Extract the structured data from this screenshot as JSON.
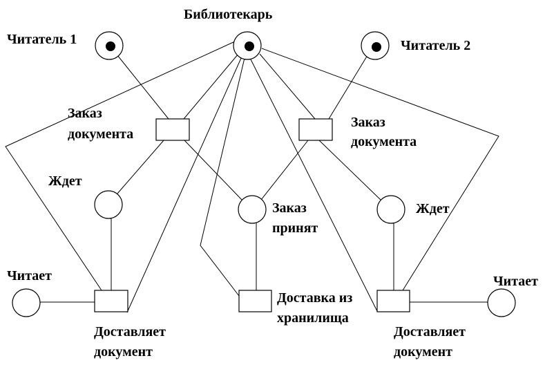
{
  "diagram": {
    "places": {
      "librarian": "Библиотекарь",
      "reader1": "Читатель 1",
      "reader2": "Читатель 2",
      "waits_left": "Ждет",
      "waits_right": "Ждет",
      "order_accepted_1": "Заказ",
      "order_accepted_2": "принят",
      "reads_left": "Читает",
      "reads_right": "Читает"
    },
    "transitions": {
      "order_left_1": "Заказ",
      "order_left_2": "документа",
      "order_right_1": "Заказ",
      "order_right_2": "документа",
      "deliver_left_1": "Доставляет",
      "deliver_left_2": "документ",
      "deliver_right_1": "Доставляет",
      "deliver_right_2": "документ",
      "storage_1": "Доставка из",
      "storage_2": "хранилища"
    },
    "tokens": [
      "librarian",
      "reader1",
      "reader2"
    ]
  }
}
